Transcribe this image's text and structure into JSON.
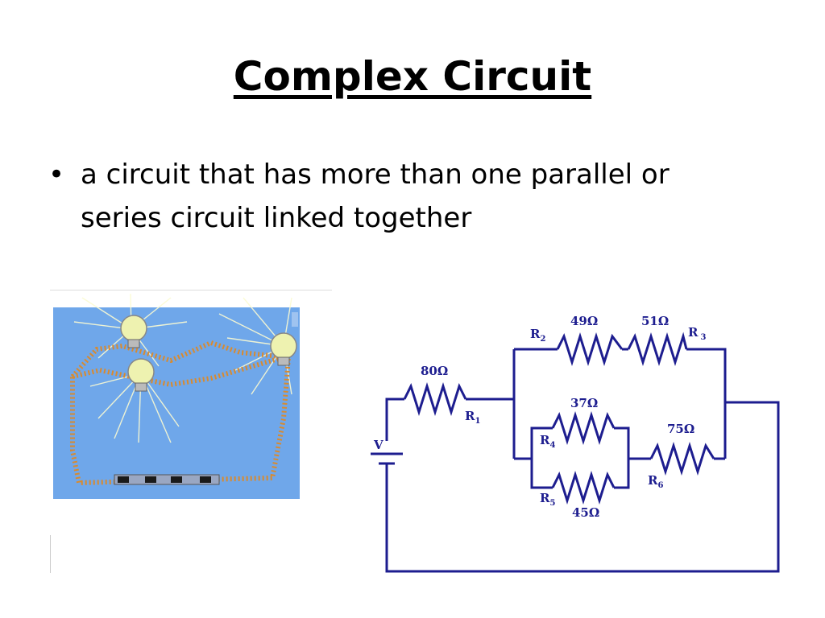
{
  "slide": {
    "title": "Complex Circuit",
    "bullets": [
      {
        "text": "a circuit that has more than one parallel or series circuit linked together"
      }
    ]
  },
  "circuit": {
    "source_label": "V",
    "resistors": [
      {
        "id": "R1",
        "letter": "R",
        "sub": "1",
        "value": "80Ω"
      },
      {
        "id": "R2",
        "letter": "R",
        "sub": "2",
        "value": "49Ω"
      },
      {
        "id": "R3",
        "letter": "R",
        "sub": "3",
        "value": "51Ω"
      },
      {
        "id": "R4",
        "letter": "R",
        "sub": "4",
        "value": "37Ω"
      },
      {
        "id": "R5",
        "letter": "R",
        "sub": "5",
        "value": "45Ω"
      },
      {
        "id": "R6",
        "letter": "R",
        "sub": "6",
        "value": "75Ω"
      }
    ]
  },
  "colors": {
    "wire": "#1d1d8f",
    "sky": "#6fa7ea",
    "bead_wire": "#d98a2e",
    "bulb": "#eef2b0"
  },
  "illustration": {
    "icons": [
      "light-bulb-icon",
      "battery-icon"
    ]
  }
}
